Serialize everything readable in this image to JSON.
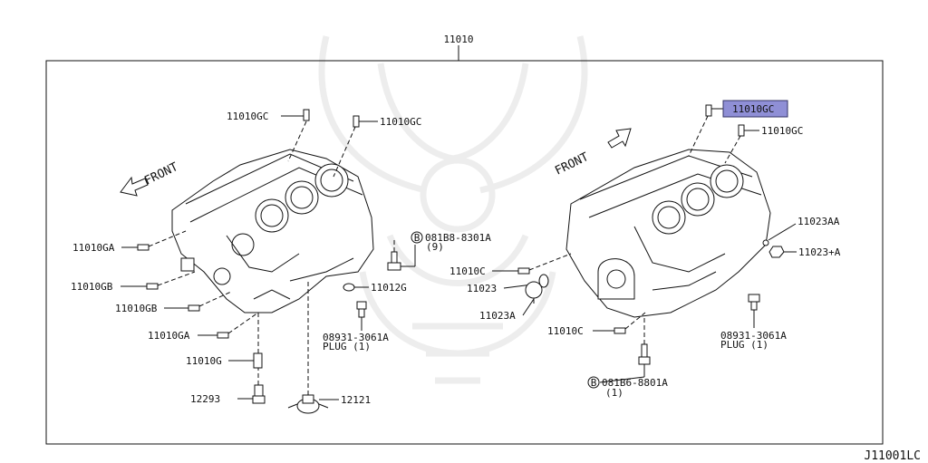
{
  "diagram": {
    "main_part_number": "11010",
    "figure_code": "J11001LC",
    "front_label": "FRONT",
    "highlight_color": "#8f8fd6",
    "left_block": {
      "callouts": [
        {
          "id": "gc_left_a",
          "text": "11010GC"
        },
        {
          "id": "gc_left_b",
          "text": "11010GC"
        },
        {
          "id": "ga_1",
          "text": "11010GA"
        },
        {
          "id": "gb_1",
          "text": "11010GB"
        },
        {
          "id": "gb_2",
          "text": "11010GB"
        },
        {
          "id": "ga_2",
          "text": "11010GA"
        },
        {
          "id": "g_1",
          "text": "11010G"
        },
        {
          "id": "n12293",
          "text": "12293"
        },
        {
          "id": "n12121",
          "text": "12121"
        },
        {
          "id": "n11012g",
          "text": "11012G"
        },
        {
          "id": "bolt_b_left",
          "text": "081B8-8301A"
        },
        {
          "id": "bolt_b_left_qty",
          "text": "(9)"
        },
        {
          "id": "plug_left",
          "text": "08931-3061A"
        },
        {
          "id": "plug_left_qty",
          "text": "PLUG (1)"
        }
      ]
    },
    "right_block": {
      "callouts": [
        {
          "id": "gc_right_sel",
          "text": "11010GC",
          "selected": true
        },
        {
          "id": "gc_right_b",
          "text": "11010GC"
        },
        {
          "id": "n11023aa",
          "text": "11023AA"
        },
        {
          "id": "n11023a_plus",
          "text": "11023+A"
        },
        {
          "id": "c_1",
          "text": "11010C"
        },
        {
          "id": "n11023",
          "text": "11023"
        },
        {
          "id": "n11023a",
          "text": "11023A"
        },
        {
          "id": "c_2",
          "text": "11010C"
        },
        {
          "id": "plug_right",
          "text": "08931-3061A"
        },
        {
          "id": "plug_right_qty",
          "text": "PLUG (1)"
        },
        {
          "id": "bolt_b_right",
          "text": "081B6-8801A"
        },
        {
          "id": "bolt_b_right_qty",
          "text": "(1)"
        }
      ]
    },
    "bolt_circle_letter": "B"
  }
}
